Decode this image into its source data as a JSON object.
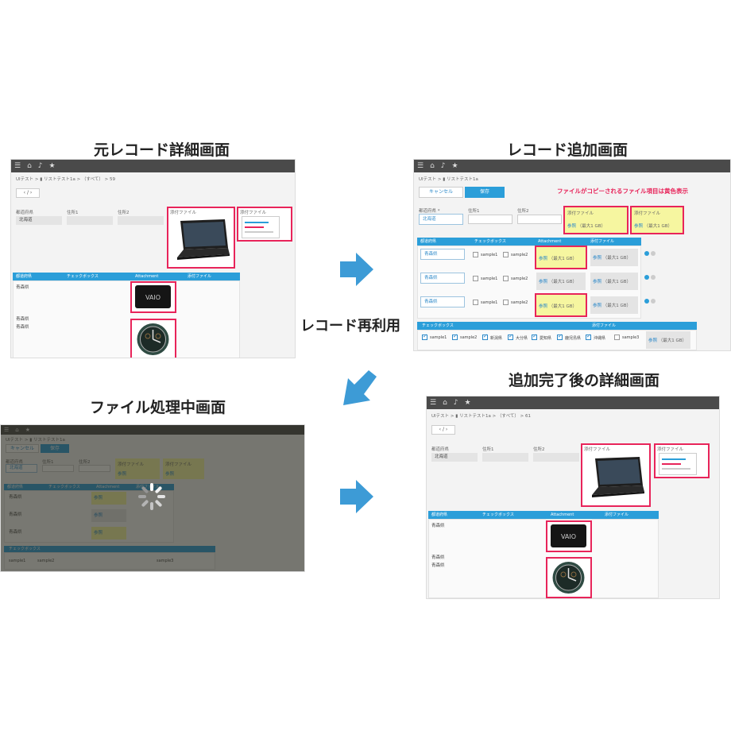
{
  "titles": {
    "original_detail": "元レコード詳細画面",
    "add_record": "レコード追加画面",
    "processing": "ファイル処理中画面",
    "after_detail": "追加完了後の詳細画面",
    "reuse": "レコード再利用"
  },
  "note_yellow": "ファイルがコピーされるファイル項目は黄色表示",
  "breadcrumb_detail": "UIテスト > ▮ リストテスト1a > （すべて） > 59",
  "breadcrumb_add": "UIテスト > ▮ リストテスト1a",
  "breadcrumb_after": "UIテスト > ▮ リストテスト1a > （すべて） > 61",
  "nav_button": "‹ / ›",
  "fields": {
    "prefecture": "都道府県",
    "prefecture_required": "都道府県 *",
    "address1": "住所1",
    "address2": "住所2",
    "attached_file": "添付ファイル",
    "prefecture_value": "北海道"
  },
  "table_headers": {
    "prefecture": "都道府県",
    "checkbox": "チェックボックス",
    "attachment": "Attachment",
    "attached_file": "添付ファイル"
  },
  "rows": {
    "aomori": "青森県"
  },
  "buttons": {
    "cancel": "キャンセル",
    "save": "保存"
  },
  "file_button": {
    "browse": "参照",
    "limit": "（最大1 GB）"
  },
  "checks": {
    "sample1": "sample1",
    "sample2": "sample2",
    "sample3": "sample3",
    "isesaki": "新潟県",
    "oita": "大分県",
    "aichi": "愛知県",
    "kagoshima": "鹿児島県",
    "okinawa": "沖縄県",
    "checkbox_header": "チェックボックス"
  },
  "brand": "VAIO",
  "colors": {
    "accent": "#2b9ed9",
    "highlight": "#e8245a",
    "yellow": "#f6f6a0",
    "arrow": "#3d9bd6",
    "topbar": "#4a4a4a"
  }
}
